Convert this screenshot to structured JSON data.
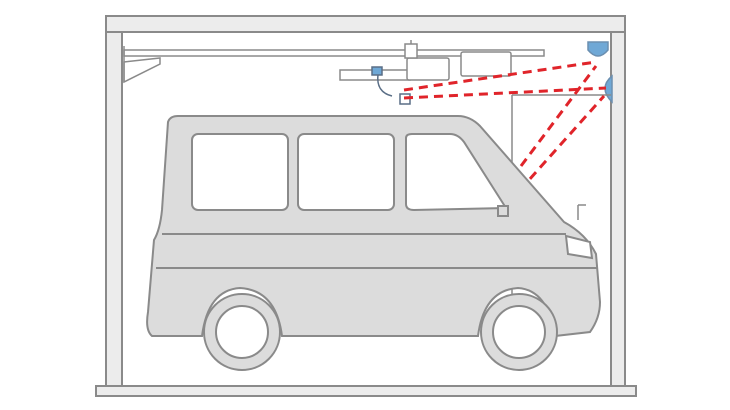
{
  "diagram": {
    "colors": {
      "background": "#ffffff",
      "outline": "#8a8a8a",
      "wall_fill": "#ececec",
      "van_fill": "#dcdcdc",
      "window_fill": "#ffffff",
      "sensor_blue": "#6fa8d6",
      "beam_red": "#e0242a"
    },
    "components": [
      {
        "name": "garage-frame",
        "icon": "garage-outline"
      },
      {
        "name": "overhead-door-track",
        "icon": "rail"
      },
      {
        "name": "door-opener-motor",
        "icon": "motor-box"
      },
      {
        "name": "ceiling-sensor",
        "icon": "dome-sensor"
      },
      {
        "name": "wall-sensor",
        "icon": "dome-sensor"
      },
      {
        "name": "side-door",
        "icon": "door"
      },
      {
        "name": "van",
        "icon": "van-side-view"
      }
    ]
  }
}
